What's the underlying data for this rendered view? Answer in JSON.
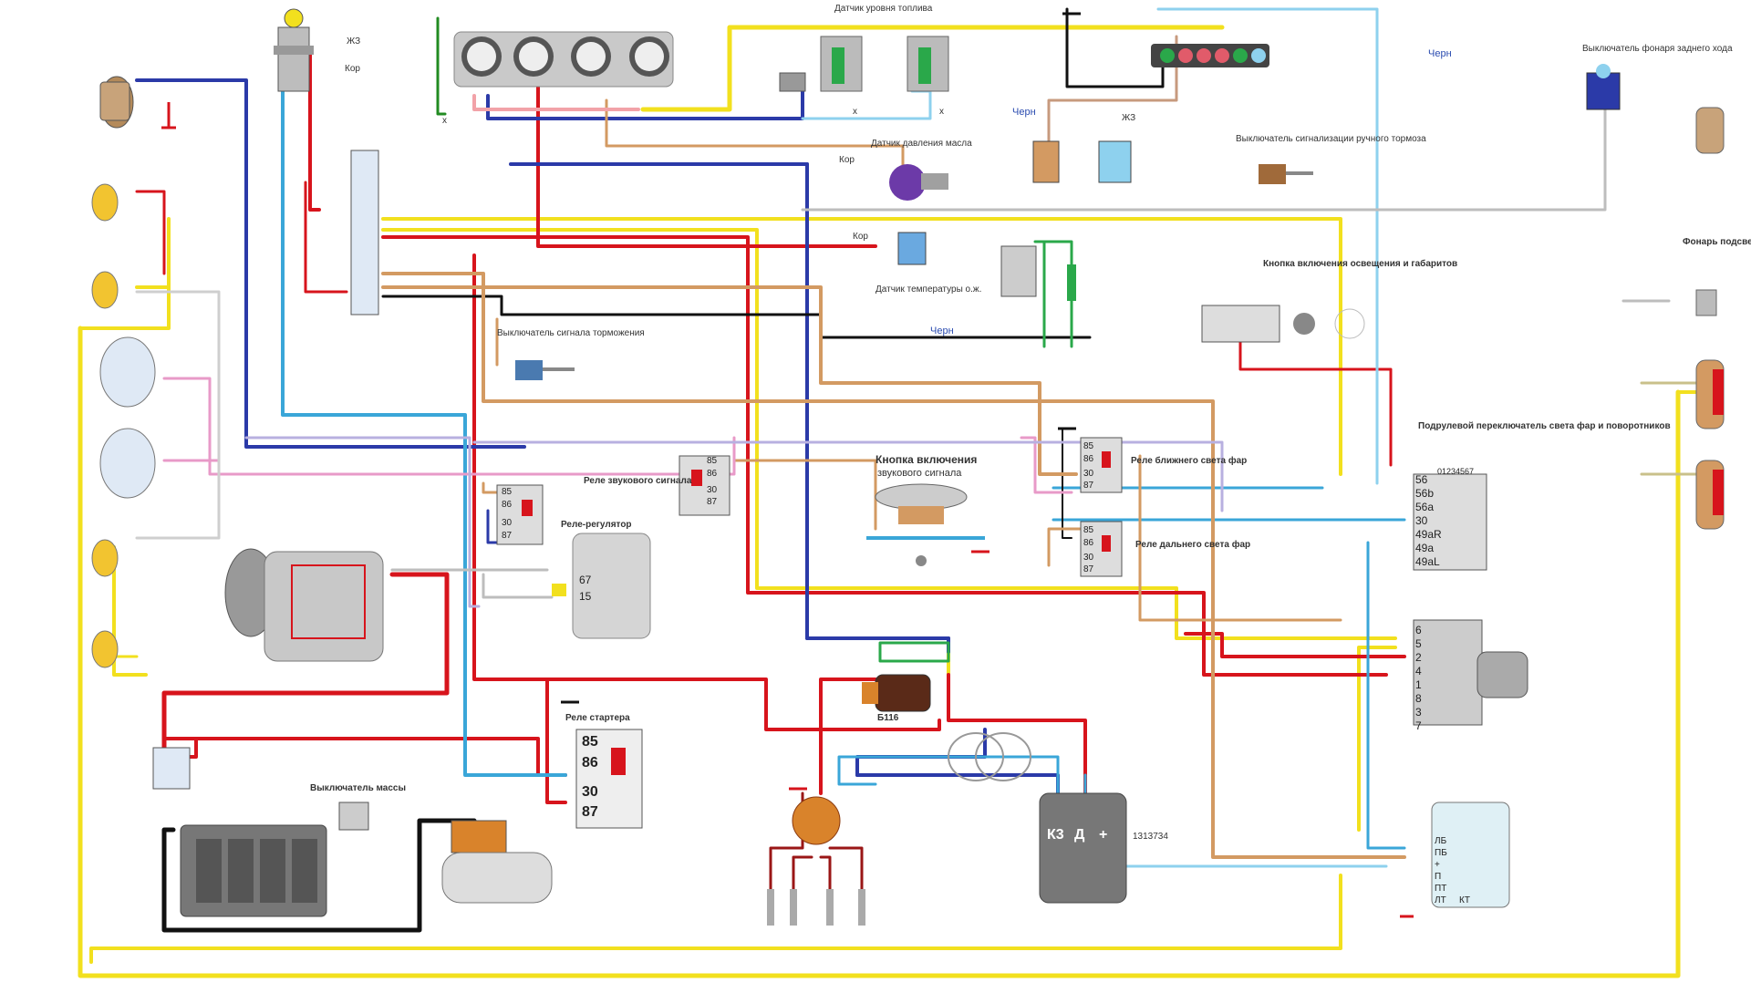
{
  "labels": {
    "zh3_top": "ЖЗ",
    "kor_top": "Кор",
    "fuel_switch": "Датчик уровня топлива",
    "x1": "х",
    "x2": "х",
    "x3": "х",
    "cherN_top": "Черн",
    "cherN_mid": "Черн",
    "zh3_mid": "ЖЗ",
    "reverse_switch": "Выключатель фонаря заднего хода",
    "brake_fluid_switch": "Выключатель сигнализации ручного тормоза",
    "oil_sensor": "Датчик давления масла",
    "kor_oil": "Кор",
    "kor_temp": "Кор",
    "temp_sensor": "Датчик температуры о.ж.",
    "cherN_low": "Черн",
    "light_switch": "Кнопка включения освещения и габаритов",
    "plate_lamp": "Фонарь подсветки номерного знака",
    "brake_switch": "Выключатель сигнала торможения",
    "column_switch": "Подрулевой переключатель света фар и поворотников",
    "column_pins": [
      "56",
      "56b",
      "56a",
      "30",
      "49aR",
      "49a",
      "49aL"
    ],
    "column_digits": "01234567",
    "horn_relay": "Реле звукового сигнала",
    "horn_button_a": "Кнопка включения",
    "horn_button_b": "звукового сигнала",
    "low_beam_relay": "Реле ближнего света фар",
    "high_beam_relay": "Реле дальнего света фар",
    "regulator_relay": "Реле-регулятор",
    "reg_pins": [
      "67",
      "15"
    ],
    "relay_pins": [
      "85",
      "86",
      "30",
      "87"
    ],
    "starter_relay": "Реле стартера",
    "coil": "Б116",
    "mass_switch": "Выключатель массы",
    "commutator_pins": [
      "К3",
      "Д",
      "+"
    ],
    "commutator_code": "1313734",
    "hazard_pins": [
      "ЛБ",
      "ПБ",
      "+",
      "П",
      "ПТ",
      "ЛТ",
      "КТ"
    ],
    "ignition_pins": [
      "6",
      "5",
      "2",
      "4",
      "1",
      "8",
      "3",
      "7"
    ]
  },
  "colors": {
    "red": "#d7141c",
    "yellow": "#f2e01e",
    "blue": "#2b3aa8",
    "lightblue": "#3aa6d8",
    "black": "#111111",
    "tan": "#d39a62",
    "pink": "#e89ac8",
    "darkred": "#9a1616",
    "lavender": "#b8b0e0",
    "grey": "#bdbdbd"
  }
}
